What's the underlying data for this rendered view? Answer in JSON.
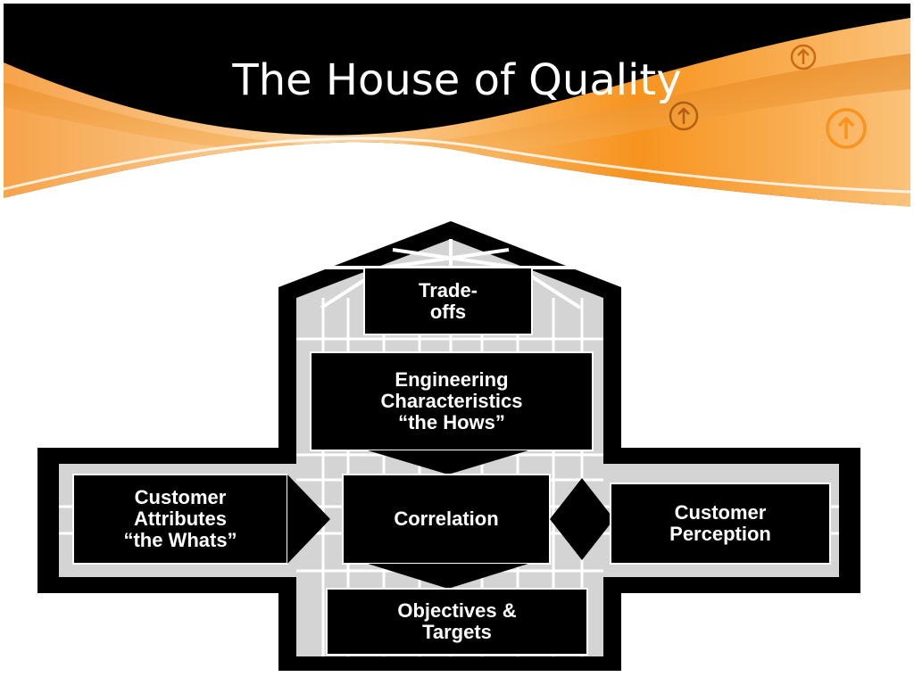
{
  "slide": {
    "title": "The House of Quality"
  },
  "header_icons": [
    "up-arrow-circle-icon",
    "up-arrow-circle-icon",
    "up-arrow-circle-icon"
  ],
  "colors": {
    "accent": "#f7931e",
    "band_dark": "#000000",
    "house_fill": "#d4d4d4",
    "box_fill": "#000000",
    "box_text": "#ffffff"
  },
  "house": {
    "tradeoffs": "Trade-\noffs",
    "engineering": "Engineering\nCharacteristics\n“the Hows”",
    "customer_attributes": "Customer\nAttributes\n“the Whats”",
    "correlation": "Correlation",
    "customer_perception": "Customer\nPerception",
    "objectives": "Objectives &\nTargets"
  }
}
